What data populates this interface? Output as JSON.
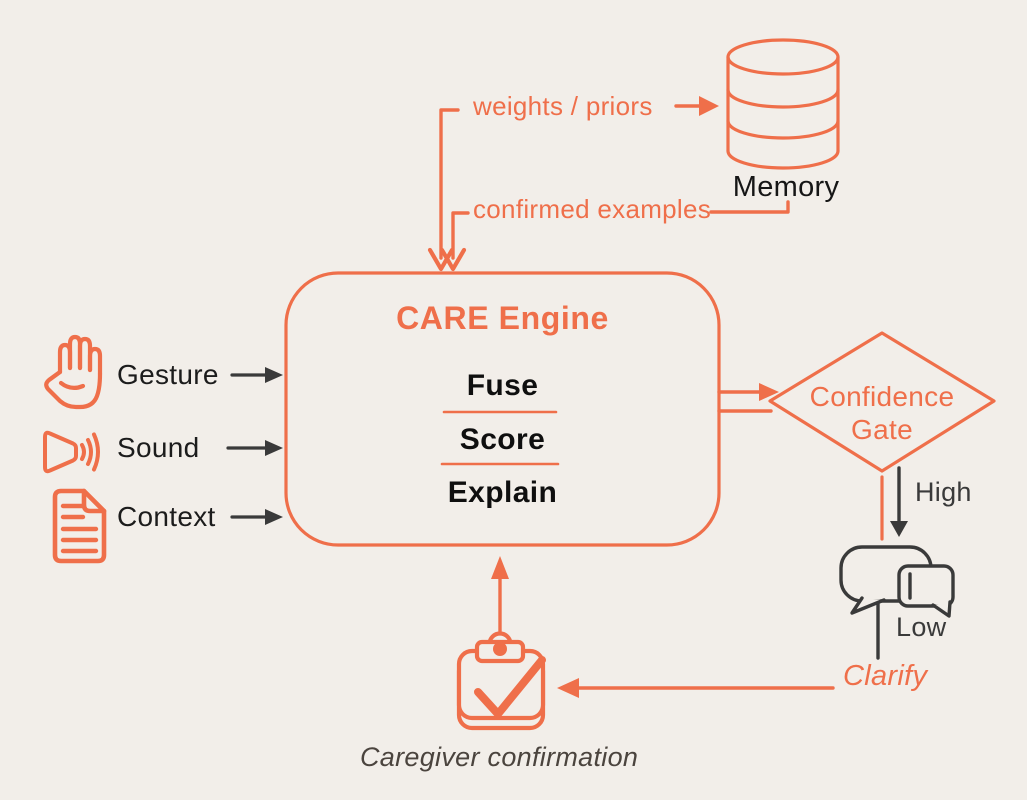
{
  "colors": {
    "accent_orange": "#EF6F4A",
    "background": "#F2EEE9",
    "dark_text": "#1C1C1C",
    "branch_text": "#3A3A3A",
    "caption_text": "#4B443E"
  },
  "memory": {
    "label": "Memory",
    "icon": "database-cylinder-icon"
  },
  "links": {
    "weights_priors": "weights / priors",
    "confirmed_examples": "confirmed examples"
  },
  "inputs": [
    {
      "label": "Gesture",
      "icon": "hand-icon"
    },
    {
      "label": "Sound",
      "icon": "speaker-icon"
    },
    {
      "label": "Context",
      "icon": "document-icon"
    }
  ],
  "engine": {
    "title": "CARE Engine",
    "steps": [
      "Fuse",
      "Score",
      "Explain"
    ]
  },
  "gate": {
    "title_line1": "Confidence",
    "title_line2": "Gate",
    "branches": {
      "high": "High",
      "low": "Low",
      "clarify": "Clarify"
    }
  },
  "response": {
    "icon": "chat-bubbles-icon"
  },
  "confirmation": {
    "label": "Caregiver confirmation",
    "icon": "clipboard-check-icon"
  }
}
